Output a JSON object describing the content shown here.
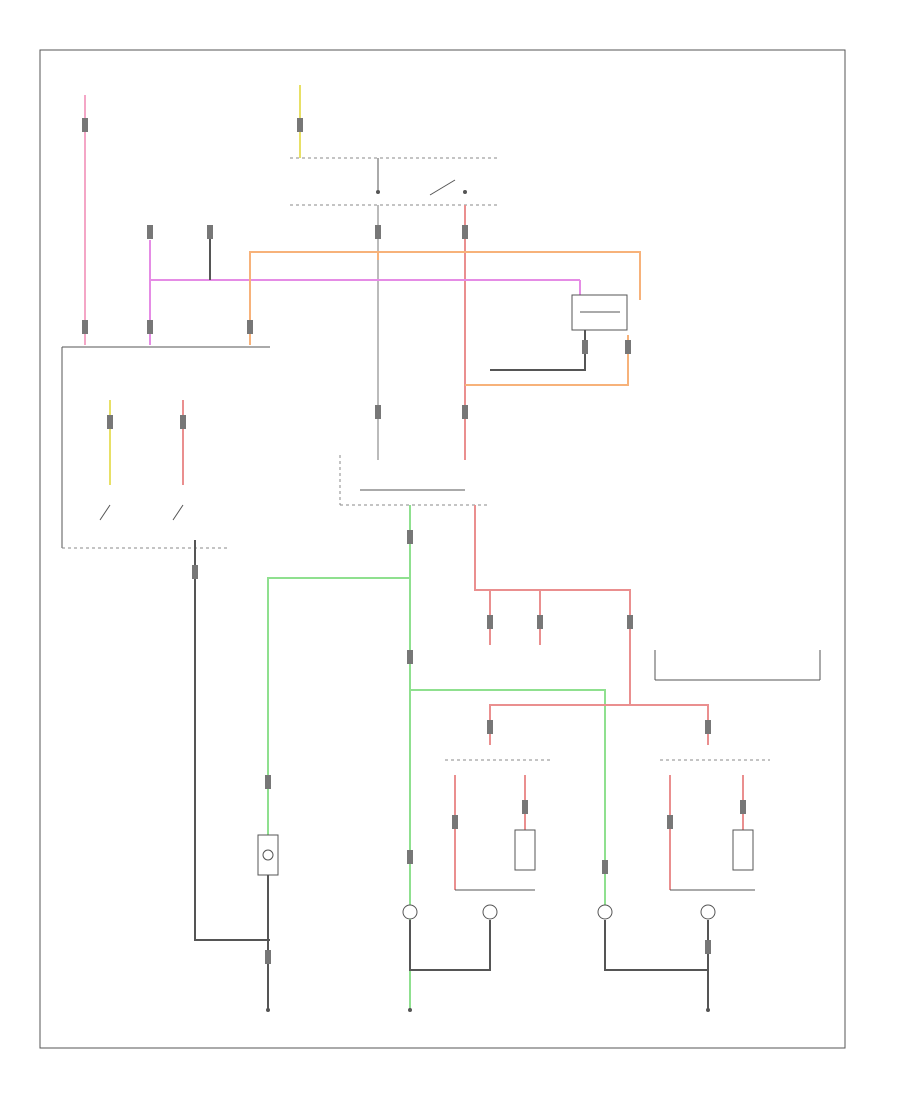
{
  "diagram": {
    "corner_label": "",
    "colors": {
      "power_pink": "#f4a6c6",
      "orange": "#f7b27a",
      "magenta": "#e58ce5",
      "green": "#8fe08f",
      "red": "#ea8f8f",
      "black": "#555555",
      "yellow": "#e8e066",
      "background": "#ffffff"
    },
    "blocks": [
      {
        "id": "fuse-hot",
        "text": ""
      },
      {
        "id": "headlamp-switch",
        "text": ""
      },
      {
        "id": "dimmer-switch",
        "text": ""
      },
      {
        "id": "turn-signal-switch",
        "text": ""
      },
      {
        "id": "hazard-flasher",
        "text": ""
      },
      {
        "id": "dual-filament-lamps",
        "text": ""
      },
      {
        "id": "optional-note",
        "text": ""
      }
    ]
  }
}
